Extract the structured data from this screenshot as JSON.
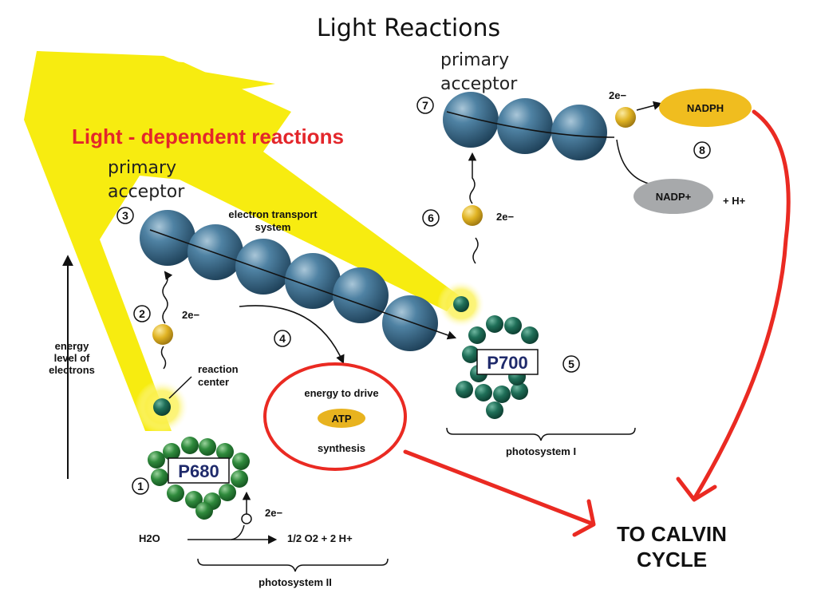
{
  "title": "Light Reactions",
  "banner": "Light - dependent reactions",
  "psii": {
    "primary_acceptor": [
      "primary",
      "acceptor"
    ],
    "step": "3",
    "etc_label": [
      "electron transport",
      "system"
    ],
    "step2": "2",
    "two_e": "2e−",
    "reaction_center": [
      "reaction",
      "center"
    ],
    "pigment": "P680",
    "step1": "1",
    "water": "H2O",
    "two_e_water": "2e−",
    "products": "1/2 O2 + 2 H+",
    "label": "photosystem II"
  },
  "atp": {
    "step": "4",
    "energy": "energy to drive",
    "molecule": "ATP",
    "synthesis": "synthesis"
  },
  "energy_axis": [
    "energy",
    "level of",
    "electrons"
  ],
  "psi": {
    "primary_acceptor": [
      "primary",
      "acceptor"
    ],
    "step7": "7",
    "step6": "6",
    "two_e": "2e−",
    "pigment": "P700",
    "step5": "5",
    "label": "photosystem I",
    "two_e_top": "2e−",
    "nadph": "NADPH",
    "step8": "8",
    "nadp": "NADP+",
    "hplus": "+ H+"
  },
  "calvin": [
    "TO CALVIN",
    "CYCLE"
  ],
  "colors": {
    "sunlight": "#f7ec10",
    "banner_red": "#e3262b",
    "sphere_blue": "#3d6f8f",
    "chlorophyll_green": "#2f8a3c",
    "electron_gold": "#e0b323",
    "nadp_gray": "#a7a9ab",
    "annotation_red": "#ea2a22"
  }
}
